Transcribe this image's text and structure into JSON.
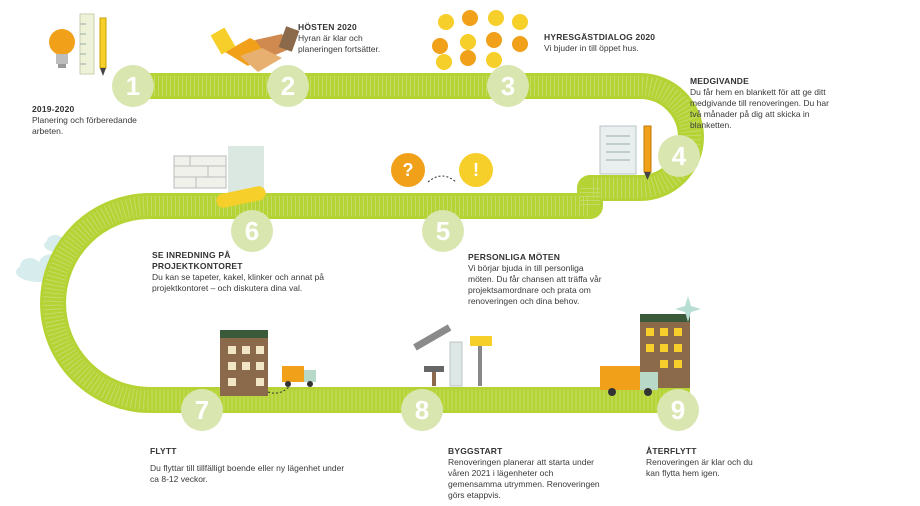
{
  "colors": {
    "road": "#b5d334",
    "road_light": "#cfe38a",
    "milestone": "#d9e6b0",
    "orange": "#f0a019",
    "yellow": "#f6cf2a",
    "cloud": "#d7ecec"
  },
  "steps": [
    {
      "number": "1",
      "title": "2019-2020",
      "description": "Planering och förberedande arbeten.",
      "icon": "lightbulb-ruler-icon"
    },
    {
      "number": "2",
      "title": "Hösten 2020",
      "description": "Hyran är klar och planeringen fortsätter.",
      "icon": "handshake-icon"
    },
    {
      "number": "3",
      "title": "Hyresgästdialog 2020",
      "description": "Vi bjuder in till öppet hus.",
      "icon": "people-heads-icon"
    },
    {
      "number": "4",
      "title": "Medgivande",
      "description": "Du får hem en blankett för att ge ditt medgivande till renoveringen. Du har två månader på dig att skicka in blanketten.",
      "icon": "form-pen-icon"
    },
    {
      "number": "5",
      "title": "Personliga möten",
      "description": "Vi börjar bjuda in till personliga möten. Du får chansen att träffa vår projektsamordnare och prata om renoveringen och dina behov.",
      "icon": "dialogue-heads-icon"
    },
    {
      "number": "6",
      "title": "Se inredning på projektkontoret",
      "description": "Du kan se tapeter, kakel, klinker och annat på projektkontoret – och diskutera dina val.",
      "icon": "tiles-wallpaper-icon"
    },
    {
      "number": "7",
      "title": "Flytt",
      "description": "Du flyttar till tillfälligt boende eller ny lägenhet under ca 8-12 veckor.",
      "icon": "building-truck-icon"
    },
    {
      "number": "8",
      "title": "Byggstart",
      "description": "Renoveringen planerar att starta under våren 2021 i lägenheter och gemensamma utrymmen. Renoveringen görs etappvis.",
      "icon": "tools-icon"
    },
    {
      "number": "9",
      "title": "Återflytt",
      "description": "Renoveringen är klar och du kan flytta hem igen.",
      "icon": "building-truck-sparkle-icon"
    }
  ]
}
